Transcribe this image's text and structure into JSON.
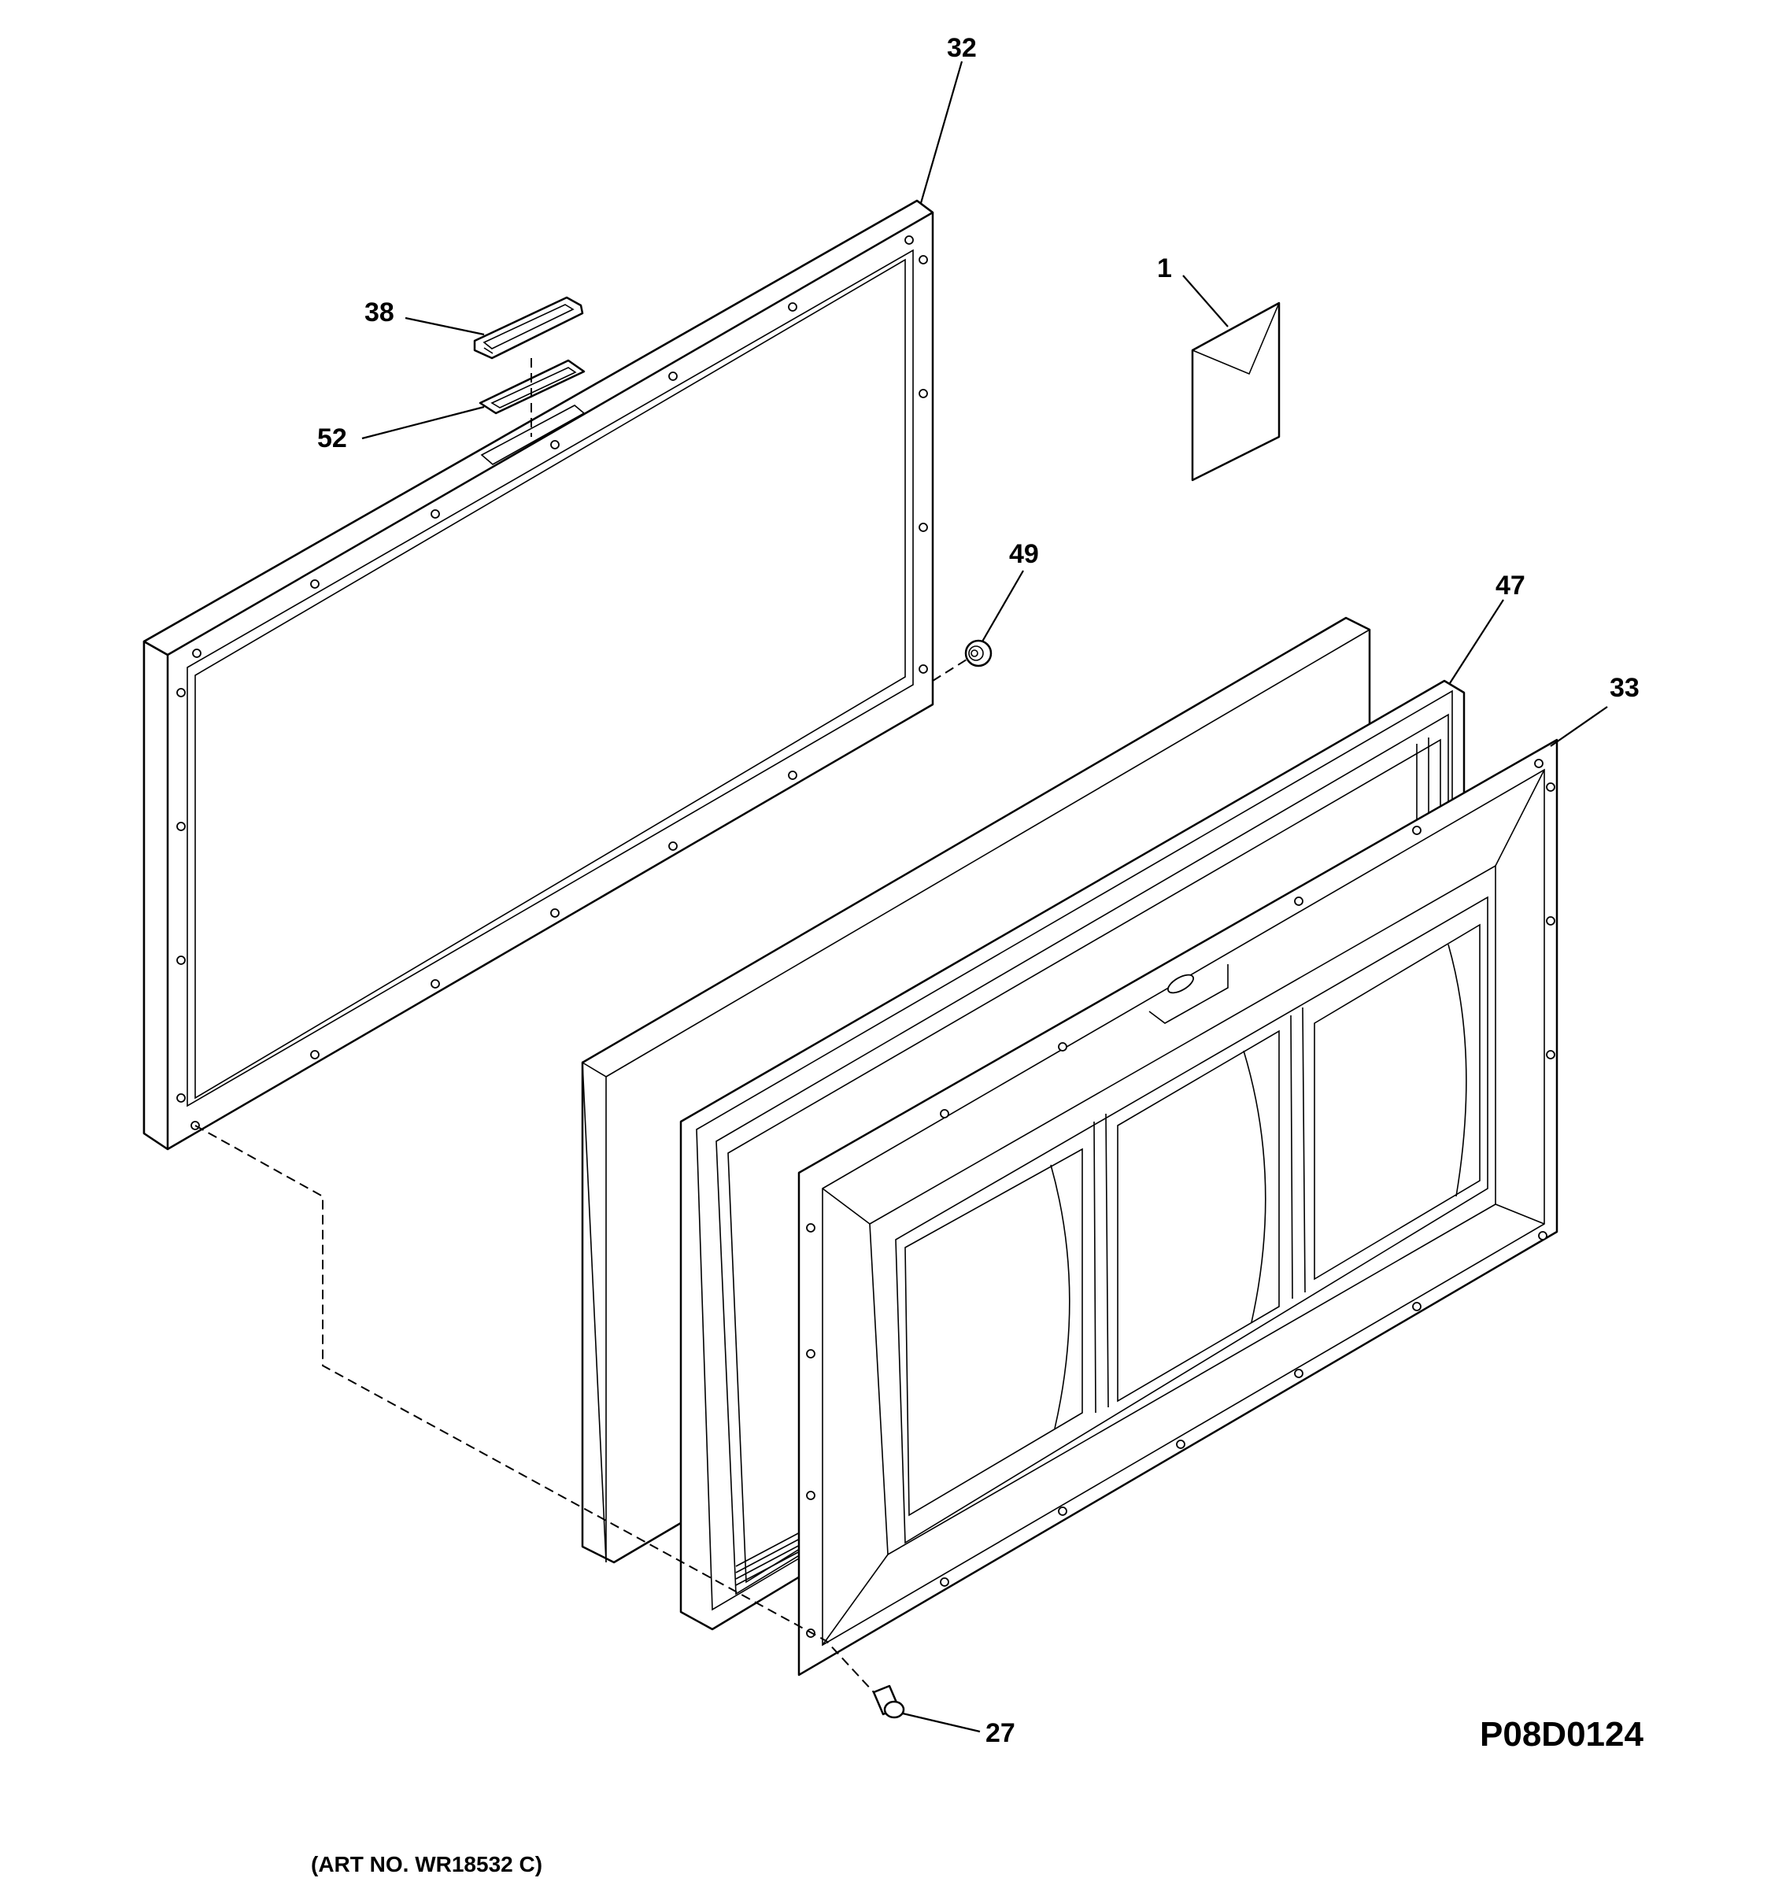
{
  "callouts": {
    "c32": "32",
    "c38": "38",
    "c52": "52",
    "c1": "1",
    "c49": "49",
    "c47": "47",
    "c33": "33",
    "c27": "27"
  },
  "drawing_id": "P08D0124",
  "art_no": "(ART NO. WR18532 C)"
}
